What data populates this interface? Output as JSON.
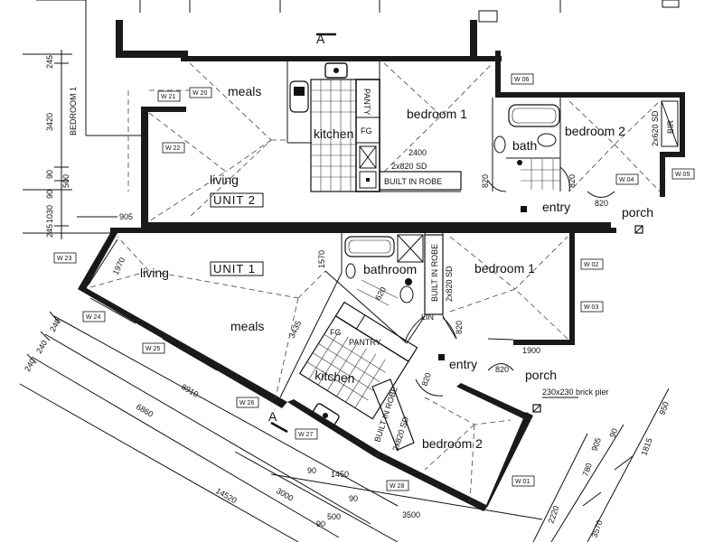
{
  "rooms": {
    "u2_meals": "meals",
    "u2_living": "living",
    "u2_kitchen": "kitchen",
    "u2_bed1": "bedroom 1",
    "u2_bed2": "bedroom 2",
    "u2_bath": "bath",
    "u2_entry": "entry",
    "u2_porch": "porch",
    "u1_living": "living",
    "u1_meals": "meals",
    "u1_kitchen": "kitchen",
    "u1_bathroom": "bathroom",
    "u1_bed1": "bedroom 1",
    "u1_bed2": "bedroom 2",
    "u1_entry": "entry",
    "u1_porch": "porch"
  },
  "units": {
    "unit2": "UNIT 2",
    "unit1": "UNIT 1"
  },
  "fixtures": {
    "pantry_u2": "PANTY",
    "fg_u2": "FG",
    "fg_u1": "FG",
    "pantry_u1": "PANTRY",
    "robe_u2": "BUILT IN ROBE",
    "robe_u1a": "BUILT IN ROBE",
    "robe_u1b": "BUILT IN ROBE",
    "sd_u2": "2x820 SD",
    "sd_u1a": "2x820 SD",
    "sd_u1b": "2x820 SD",
    "sd_bed2": "2x620 SD",
    "bir": "BIR",
    "lin": "LIN",
    "pier_note": "230x230 brick pier",
    "section_a_top": "A",
    "section_a_bottom": "A",
    "bedroom_left_label": "BEDROOM 1"
  },
  "windows": [
    "W 21",
    "W 20",
    "W 22",
    "W 06",
    "W 04",
    "W 05",
    "W 23",
    "W 24",
    "W 25",
    "W 26",
    "W 27",
    "W 28",
    "W 01",
    "W 02",
    "W 03"
  ],
  "dimensions": {
    "d245a": "245",
    "d3420": "3420",
    "d90a": "90",
    "d500": "500",
    "d90b": "90",
    "d1030": "1030",
    "d245b": "245",
    "d905a": "905",
    "d2400": "2400",
    "d820a": "820",
    "d820b": "820",
    "d820c": "820",
    "d1570": "1570",
    "d1970": "1970",
    "d3435": "3435",
    "d1900": "1900",
    "d820d": "820",
    "d820e": "820",
    "d820f": "820",
    "d8910": "8910",
    "d6860": "6860",
    "d14520": "14520",
    "d240a": "240",
    "d240b": "240",
    "d240c": "240",
    "d3000": "3000",
    "d1450": "1450",
    "d90c": "90",
    "d90d": "90",
    "d3500": "3500",
    "d500b": "500",
    "d90e": "90",
    "d950": "950",
    "d1815": "1815",
    "d905b": "905",
    "d90f": "90",
    "d780": "780",
    "d2220": "2220",
    "d3570": "3570",
    "d620": "620"
  }
}
